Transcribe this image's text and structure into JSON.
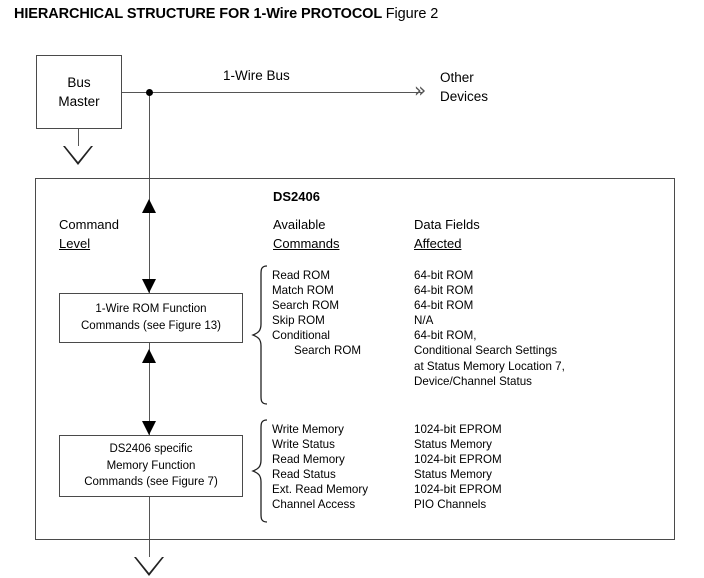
{
  "title": {
    "main": "HIERARCHICAL STRUCTURE FOR 1-Wire PROTOCOL",
    "figure": "Figure 2"
  },
  "diagram": {
    "bus_master_box": "Bus\nMaster",
    "bus_master_line1": "Bus",
    "bus_master_line2": "Master",
    "bus_label": "1-Wire Bus",
    "other_devices_line1": "Other",
    "other_devices_line2": "Devices",
    "other_devices_chevron": "»",
    "device_header": "DS2406",
    "columns": [
      {
        "line1": "Command",
        "line2": "Level",
        "underline_line2": true
      },
      {
        "line1": "Available",
        "line2": "Commands",
        "underline_line2": true
      },
      {
        "line1": "Data Fields",
        "line2": "Affected",
        "underline_line2": true
      }
    ],
    "levels": [
      {
        "id": "rom-function",
        "box_lines": [
          "1-Wire ROM Function",
          "Commands (see Figure 13)"
        ],
        "commands": [
          {
            "text": "Read ROM",
            "indent": false
          },
          {
            "text": "Match ROM",
            "indent": false
          },
          {
            "text": "Search ROM",
            "indent": false
          },
          {
            "text": "Skip ROM",
            "indent": false
          },
          {
            "text": "Conditional",
            "indent": false
          },
          {
            "text": "Search ROM",
            "indent": true
          }
        ],
        "data_fields": [
          {
            "text": "64-bit ROM",
            "indent": false
          },
          {
            "text": "64-bit ROM",
            "indent": false
          },
          {
            "text": "64-bit ROM",
            "indent": false
          },
          {
            "text": "N/A",
            "indent": false
          },
          {
            "text": "64-bit ROM,",
            "indent": false
          },
          {
            "text": "Conditional Search Settings",
            "indent": false
          },
          {
            "text": "at Status Memory Location 7,",
            "indent": false
          },
          {
            "text": "Device/Channel Status",
            "indent": false
          }
        ]
      },
      {
        "id": "memory-function",
        "box_lines": [
          "DS2406 specific",
          "Memory Function",
          "Commands (see Figure 7)"
        ],
        "commands": [
          {
            "text": "Write Memory",
            "indent": false
          },
          {
            "text": "Write Status",
            "indent": false
          },
          {
            "text": "Read Memory",
            "indent": false
          },
          {
            "text": "Read Status",
            "indent": false
          },
          {
            "text": "Ext. Read Memory",
            "indent": false
          },
          {
            "text": "Channel Access",
            "indent": false
          }
        ],
        "data_fields": [
          {
            "text": "1024-bit EPROM",
            "indent": false
          },
          {
            "text": "Status Memory",
            "indent": false
          },
          {
            "text": "1024-bit EPROM",
            "indent": false
          },
          {
            "text": "Status Memory",
            "indent": false
          },
          {
            "text": "1024-bit EPROM",
            "indent": false
          },
          {
            "text": "PIO Channels",
            "indent": false
          }
        ]
      }
    ],
    "icons": {
      "ground_top": "ground-symbol",
      "ground_bottom": "ground-symbol",
      "junction": "junction-dot"
    }
  },
  "colors": {
    "line": "#555555",
    "box_border": "#4a4a4a",
    "arrow": "#000000",
    "text": "#000000",
    "background": "#ffffff"
  }
}
